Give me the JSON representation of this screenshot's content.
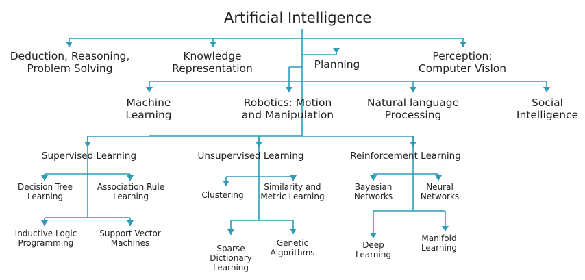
{
  "colors": {
    "line": "#2f9bb8",
    "text": "#222222",
    "background": "#ffffff"
  },
  "root": {
    "label": "Artificial Intelligence"
  },
  "level1": [
    {
      "lines": [
        "Deduction, Reasoning,",
        "Problem Solving"
      ]
    },
    {
      "lines": [
        "Knowledge",
        "Representation"
      ]
    },
    {
      "lines": [
        "Planning"
      ]
    },
    {
      "lines": [
        "Perception:",
        "Computer Vislon"
      ]
    }
  ],
  "level2": [
    {
      "lines": [
        "Machine",
        "Learning"
      ]
    },
    {
      "lines": [
        "Robotics: Motion",
        "and Manipulation"
      ]
    },
    {
      "lines": [
        "Natural language",
        "Processing"
      ]
    },
    {
      "lines": [
        "Social",
        "Intelligence"
      ]
    }
  ],
  "learning_types": [
    {
      "label": "Supervised  Learning"
    },
    {
      "label": "Unsupervised  Learning"
    },
    {
      "label": "Reinforcement  Learning"
    }
  ],
  "supervised": [
    {
      "lines": [
        "Decision Tree",
        "Learning"
      ]
    },
    {
      "lines": [
        "Association Rule",
        "Learning"
      ]
    },
    {
      "lines": [
        "Inductive Logic",
        "Programming"
      ]
    },
    {
      "lines": [
        "Support Vector",
        "Machines"
      ]
    }
  ],
  "unsupervised": [
    {
      "lines": [
        "Clustering"
      ]
    },
    {
      "lines": [
        "Similarity and",
        "Metric Learning"
      ]
    },
    {
      "lines": [
        "Sparse",
        "Dictionary",
        "Learning"
      ]
    },
    {
      "lines": [
        "Genetic",
        "Algorithms"
      ]
    }
  ],
  "reinforcement": [
    {
      "lines": [
        "Bayesian",
        "Networks"
      ]
    },
    {
      "lines": [
        "Neural",
        "Networks"
      ]
    },
    {
      "lines": [
        "Deep",
        "Learning"
      ]
    },
    {
      "lines": [
        "Manifold",
        "Learning"
      ]
    }
  ]
}
